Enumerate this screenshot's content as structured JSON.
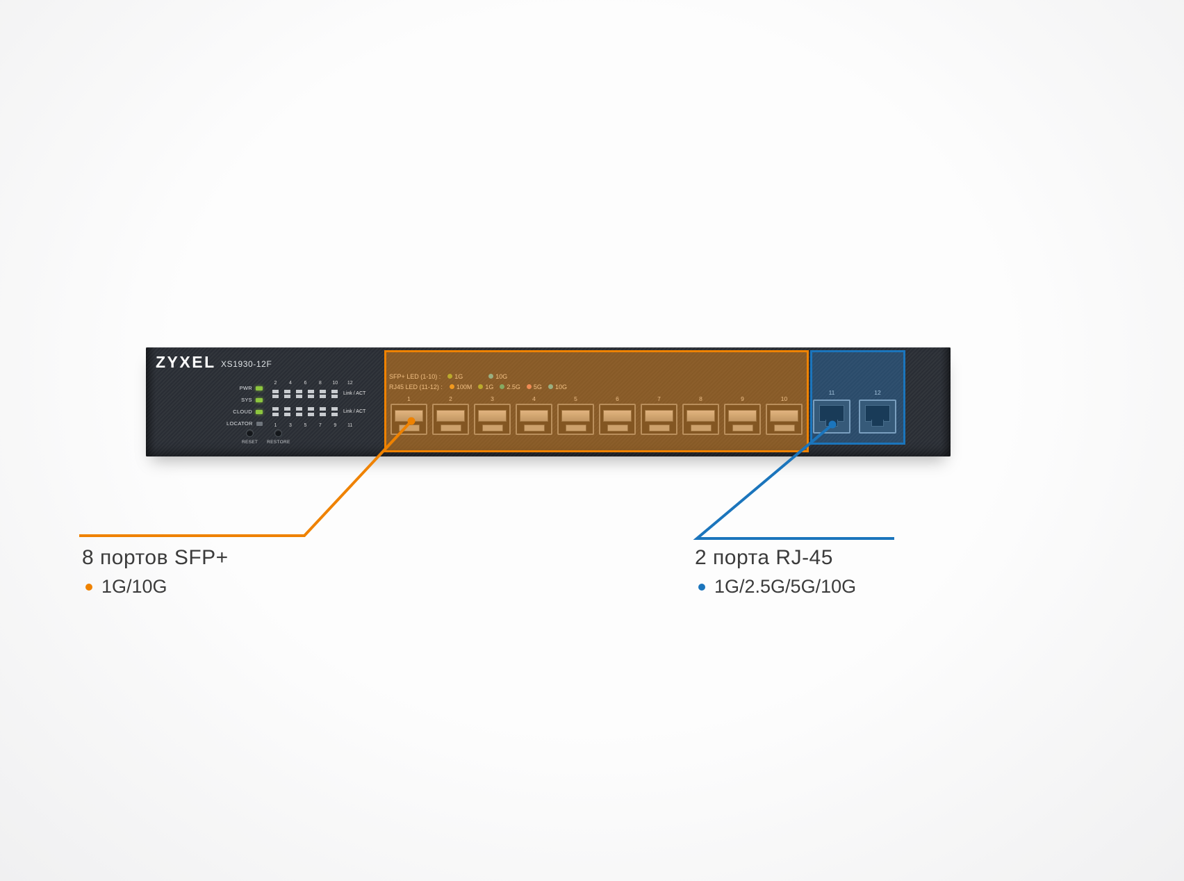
{
  "device": {
    "brand": "ZYXEL",
    "model": "XS1930-12F",
    "status_leds": [
      {
        "label": "PWR",
        "color": "#8dc63f"
      },
      {
        "label": "SYS",
        "color": "#8dc63f"
      },
      {
        "label": "CLOUD",
        "color": "#8dc63f"
      },
      {
        "label": "LOCATOR",
        "color": "#6f757c"
      }
    ],
    "led_matrix": {
      "top_numbers": [
        "2",
        "4",
        "6",
        "8",
        "10",
        "12"
      ],
      "bottom_numbers": [
        "1",
        "3",
        "5",
        "7",
        "9",
        "11"
      ],
      "link_act_label": "Link / ACT"
    },
    "buttons": [
      {
        "label": "RESET"
      },
      {
        "label": "RESTORE"
      }
    ]
  },
  "sfp_region": {
    "highlight_color": "#ef8200",
    "legend": {
      "sfp_label": "SFP+ LED (1-10) :",
      "sfp_items": [
        {
          "label": "1G",
          "color": "#8dc63f"
        },
        {
          "label": "10G",
          "color": "#4dd0e1"
        }
      ],
      "rj45_label": "RJ45 LED (11-12) :",
      "rj45_items": [
        {
          "label": "100M",
          "color": "#f5a623"
        },
        {
          "label": "1G",
          "color": "#8dc63f"
        },
        {
          "label": "2.5G",
          "color": "#26c6a6"
        },
        {
          "label": "5G",
          "color": "#ef8a8a"
        },
        {
          "label": "10G",
          "color": "#4dd0e1"
        }
      ]
    },
    "port_numbers": [
      "1",
      "2",
      "3",
      "4",
      "5",
      "6",
      "7",
      "8",
      "9",
      "10"
    ]
  },
  "rj45_region": {
    "highlight_color": "#1b75bc",
    "port_numbers": [
      "11",
      "12"
    ]
  },
  "callouts": {
    "sfp": {
      "title": "8 портов SFP+",
      "bullet": "1G/10G",
      "color": "#ef8200"
    },
    "rj45": {
      "title": "2 порта RJ-45",
      "bullet": "1G/2.5G/5G/10G",
      "color": "#1b75bc"
    }
  }
}
